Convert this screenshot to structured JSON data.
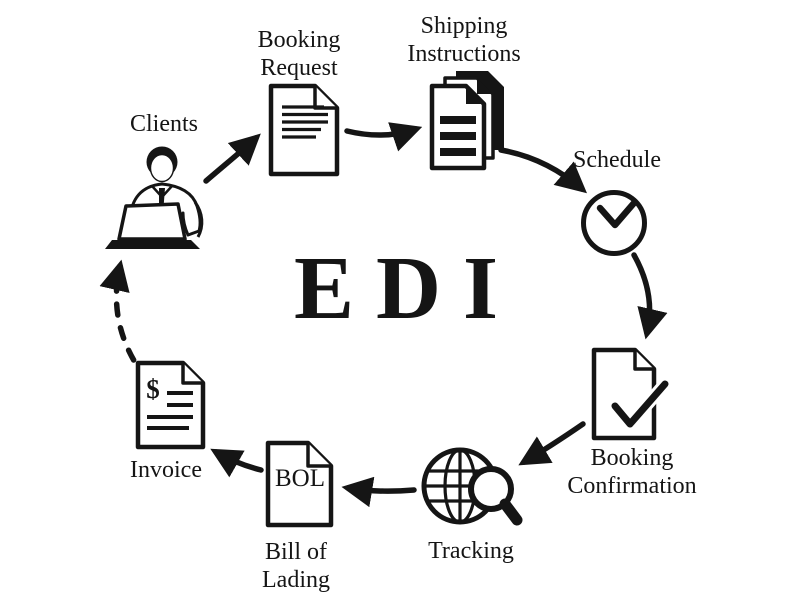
{
  "title": {
    "label": "EDI"
  },
  "nodes": {
    "clients": {
      "label": "Clients",
      "icon": "person-laptop-icon"
    },
    "booking_request": {
      "line1": "Booking",
      "line2": "Request",
      "icon": "document-icon"
    },
    "shipping_instructions": {
      "line1": "Shipping",
      "line2": "Instructions",
      "icon": "stacked-documents-icon"
    },
    "schedule": {
      "label": "Schedule",
      "icon": "clock-icon"
    },
    "booking_confirmation": {
      "line1": "Booking",
      "line2": "Confirmation",
      "icon": "document-check-icon"
    },
    "tracking": {
      "label": "Tracking",
      "icon": "globe-magnifier-icon"
    },
    "bill_of_lading": {
      "doc_label": "BOL",
      "line1": "Bill of",
      "line2": "Lading",
      "icon": "bol-document-icon"
    },
    "invoice": {
      "label": "Invoice",
      "currency_symbol": "$",
      "icon": "invoice-document-icon"
    }
  },
  "flow": [
    {
      "from": "Clients",
      "to": "Booking Request",
      "style": "solid"
    },
    {
      "from": "Booking Request",
      "to": "Shipping Instructions",
      "style": "solid"
    },
    {
      "from": "Shipping Instructions",
      "to": "Schedule",
      "style": "solid"
    },
    {
      "from": "Schedule",
      "to": "Booking Confirmation",
      "style": "solid"
    },
    {
      "from": "Booking Confirmation",
      "to": "Tracking",
      "style": "solid"
    },
    {
      "from": "Tracking",
      "to": "Bill of Lading",
      "style": "solid"
    },
    {
      "from": "Bill of Lading",
      "to": "Invoice",
      "style": "solid"
    },
    {
      "from": "Invoice",
      "to": "Clients",
      "style": "dashed"
    }
  ],
  "colors": {
    "ink": "#151515",
    "background": "#ffffff"
  }
}
